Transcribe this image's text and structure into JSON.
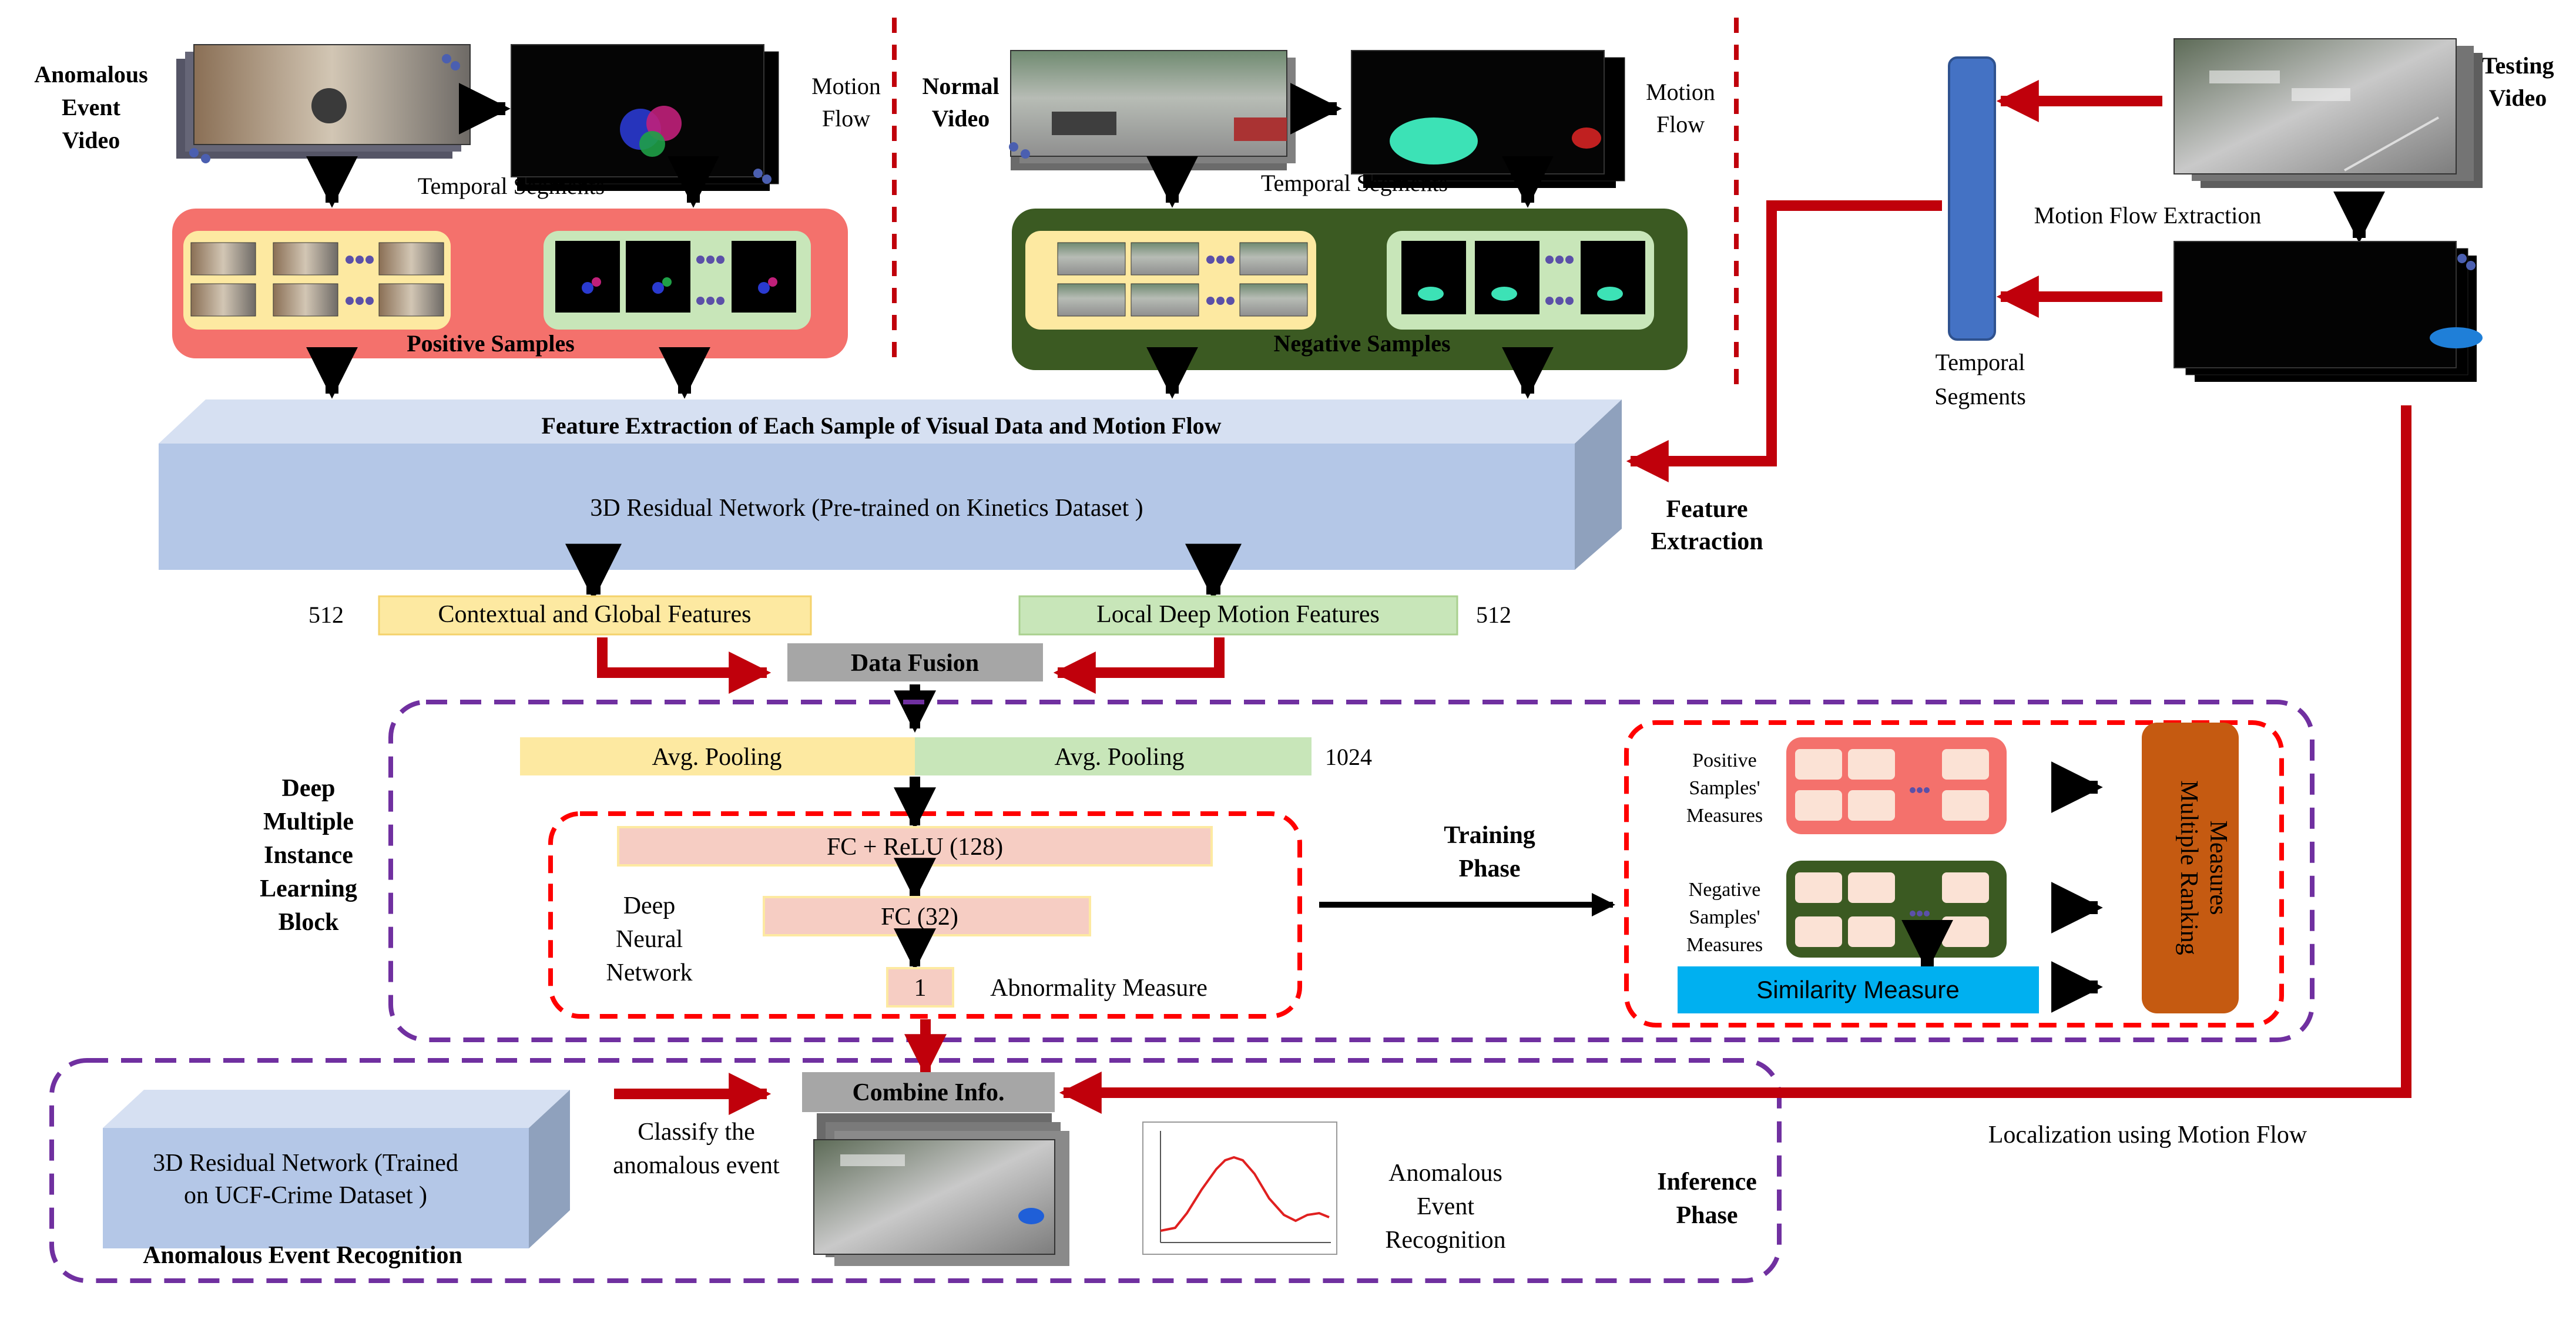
{
  "inputs": {
    "anomalous_video": [
      "Anomalous",
      "Event",
      "Video"
    ],
    "normal_video": [
      "Normal",
      "Video"
    ],
    "testing_video": [
      "Testing",
      "Video"
    ],
    "motion_flow_left": [
      "Motion",
      "Flow"
    ],
    "motion_flow_mid": [
      "Motion",
      "Flow"
    ],
    "temporal_segments_left": "Temporal Segments",
    "temporal_segments_mid": "Temporal Segments",
    "temporal_segments_right": [
      "Temporal",
      "Segments"
    ],
    "motion_flow_extraction": "Motion Flow Extraction"
  },
  "samples": {
    "positive": "Positive Samples",
    "negative": "Negative Samples"
  },
  "feature": {
    "title": "Feature Extraction of Each Sample of Visual Data and Motion Flow",
    "network": "3D Residual Network (Pre-trained on Kinetics Dataset )",
    "side_label": [
      "Feature",
      "Extraction"
    ],
    "contextual": "Contextual and Global Features",
    "local": "Local Deep Motion Features",
    "dim_left": "512",
    "dim_right": "512",
    "fusion": "Data Fusion"
  },
  "dmil": {
    "label": [
      "Deep",
      "Multiple",
      "Instance",
      "Learning",
      "Block"
    ],
    "pool_left": "Avg. Pooling",
    "pool_right": "Avg. Pooling",
    "pool_dim": "1024",
    "fc1": "FC + ReLU (128)",
    "fc2": "FC (32)",
    "out": "1",
    "abnormality": "Abnormality Measure",
    "dnn": [
      "Deep",
      "Neural",
      "Network"
    ],
    "training": [
      "Training",
      "Phase"
    ],
    "pos_measures": [
      "Positive",
      "Samples'",
      "Measures"
    ],
    "neg_measures": [
      "Negative",
      "Samples'",
      "Measures"
    ],
    "similarity": "Similarity Measure",
    "ranking": [
      "Multiple Ranking",
      "Measures"
    ]
  },
  "inference": {
    "network": [
      "3D Residual Network (Trained",
      "on UCF-Crime Dataset )"
    ],
    "recognition_title": "Anomalous Event Recognition",
    "classify": [
      "Classify the",
      "anomalous event"
    ],
    "combine": "Combine Info.",
    "result": [
      "Anomalous",
      "Event",
      "Recognition"
    ],
    "phase": [
      "Inference",
      "Phase"
    ],
    "localization": "Localization using Motion Flow"
  },
  "colors": {
    "red_arrow": "#c0000b",
    "positive_panel": "#f4716c",
    "negative_panel": "#3b5a22",
    "yellow_box": "#fde9a1",
    "green_box": "#c8e6b9",
    "feature_block": "#b4c7e7",
    "fusion_box": "#a6a6a6",
    "fc_box": "#f6cdc3",
    "similarity": "#00b0f0",
    "ranking": "#c55a11",
    "temporal_bar": "#4472c4",
    "dmil_border": "#7030a0",
    "inner_border": "#ff0000"
  }
}
